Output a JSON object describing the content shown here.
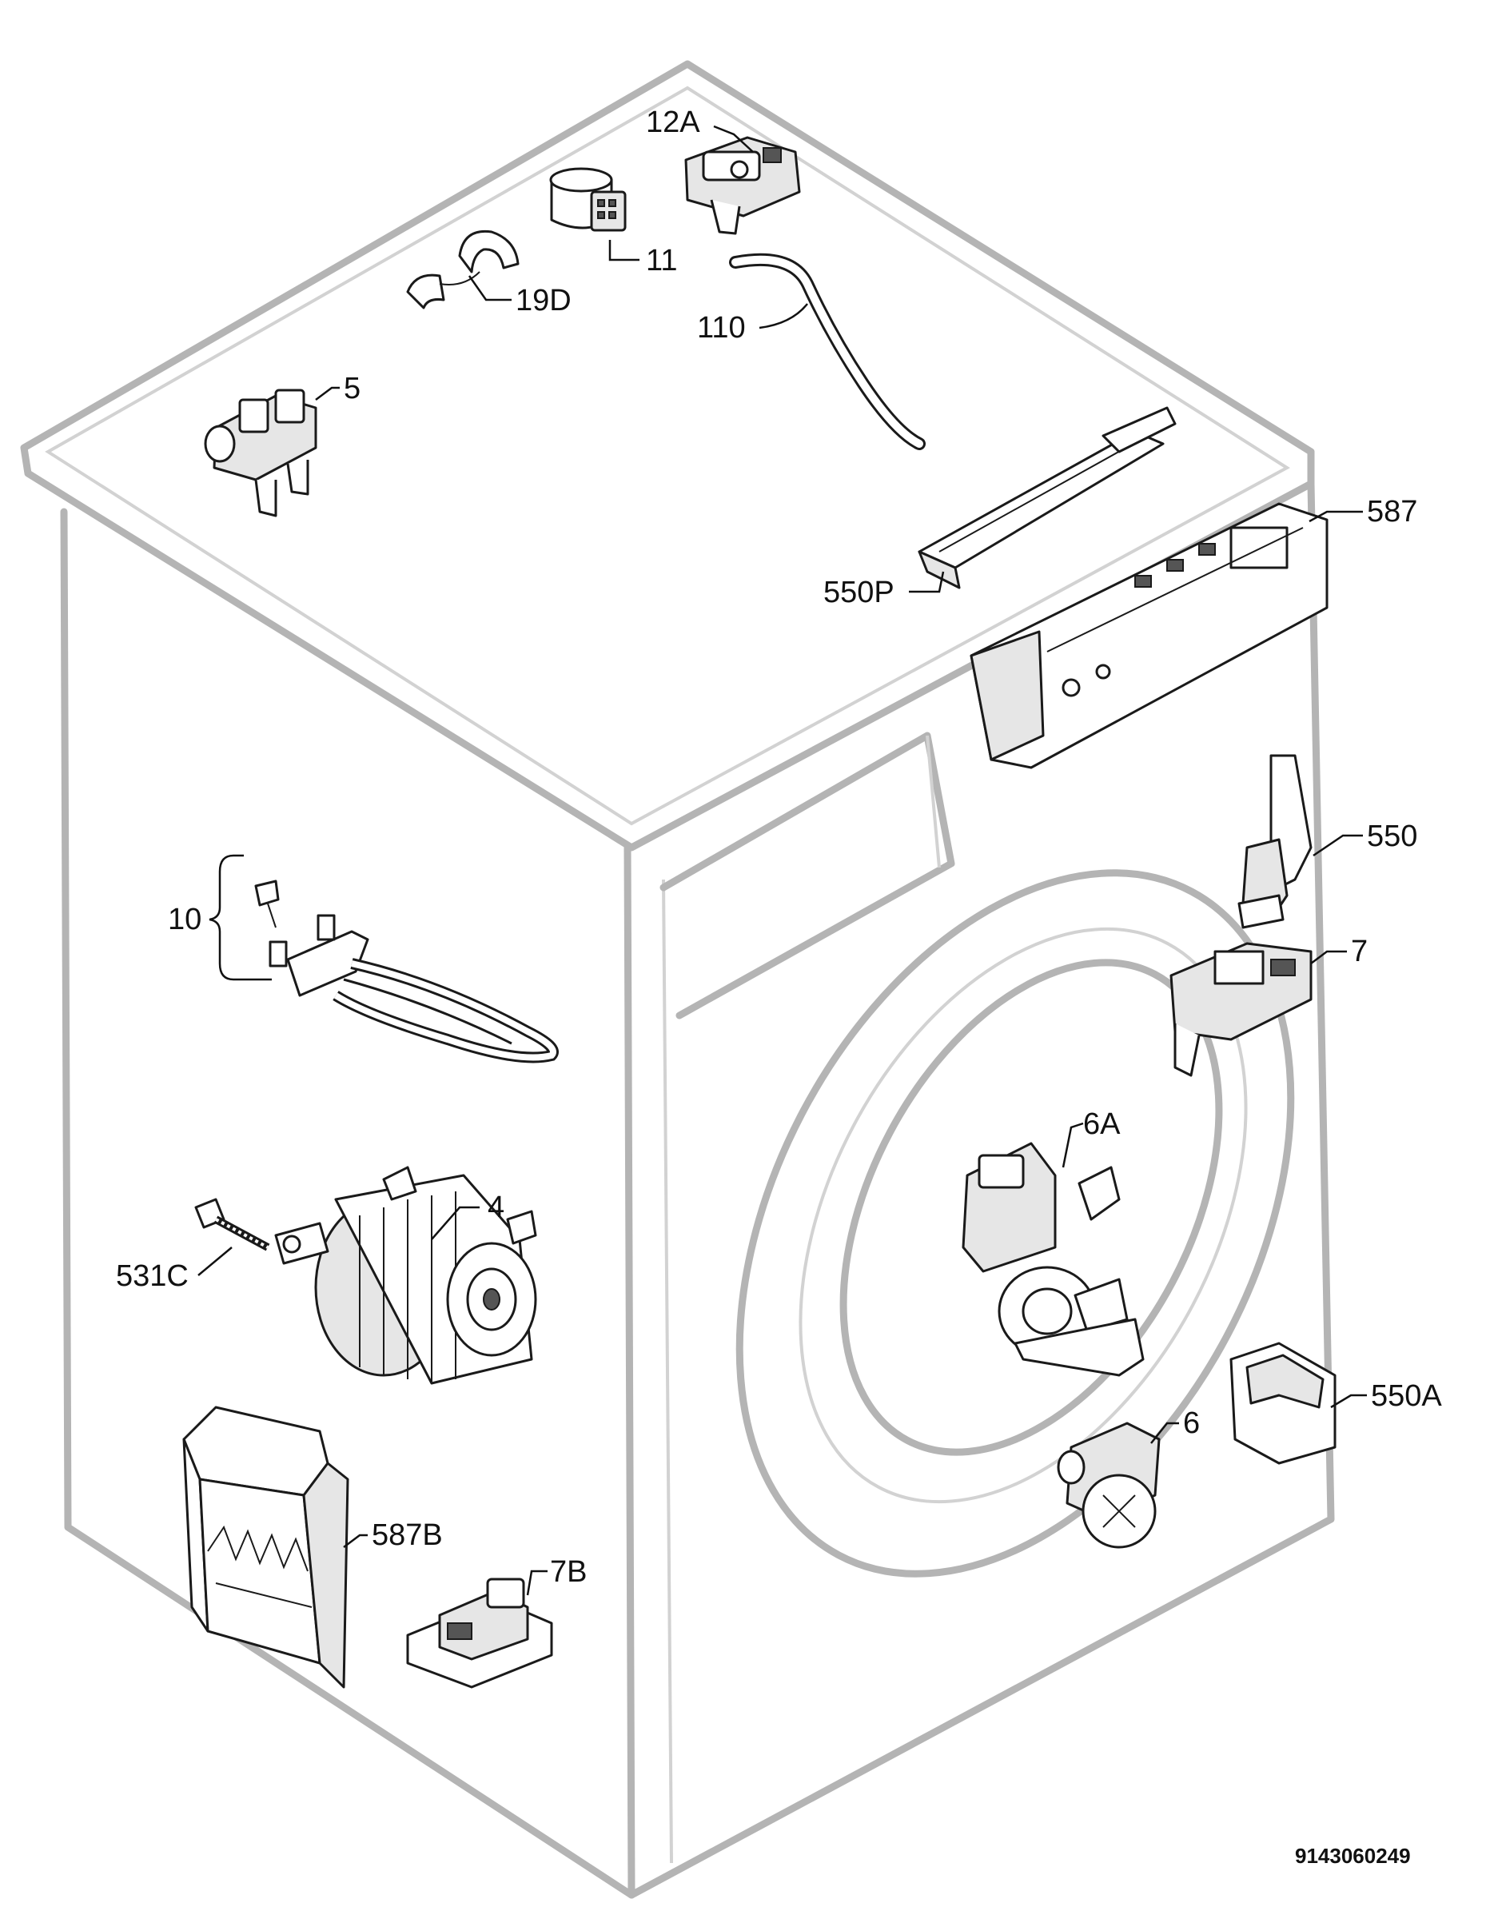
{
  "diagram": {
    "document_number": "9143060249",
    "parts": [
      {
        "key": "p12A",
        "label": "12A"
      },
      {
        "key": "p11",
        "label": "11"
      },
      {
        "key": "p19D",
        "label": "19D"
      },
      {
        "key": "p110",
        "label": "110"
      },
      {
        "key": "p5",
        "label": "5"
      },
      {
        "key": "p587",
        "label": "587"
      },
      {
        "key": "p550P",
        "label": "550P"
      },
      {
        "key": "p550",
        "label": "550"
      },
      {
        "key": "p10",
        "label": "10"
      },
      {
        "key": "p7",
        "label": "7"
      },
      {
        "key": "p6A",
        "label": "6A"
      },
      {
        "key": "p4",
        "label": "4"
      },
      {
        "key": "p531C",
        "label": "531C"
      },
      {
        "key": "p550A",
        "label": "550A"
      },
      {
        "key": "p6",
        "label": "6"
      },
      {
        "key": "p587B",
        "label": "587B"
      },
      {
        "key": "p7B",
        "label": "7B"
      }
    ]
  }
}
